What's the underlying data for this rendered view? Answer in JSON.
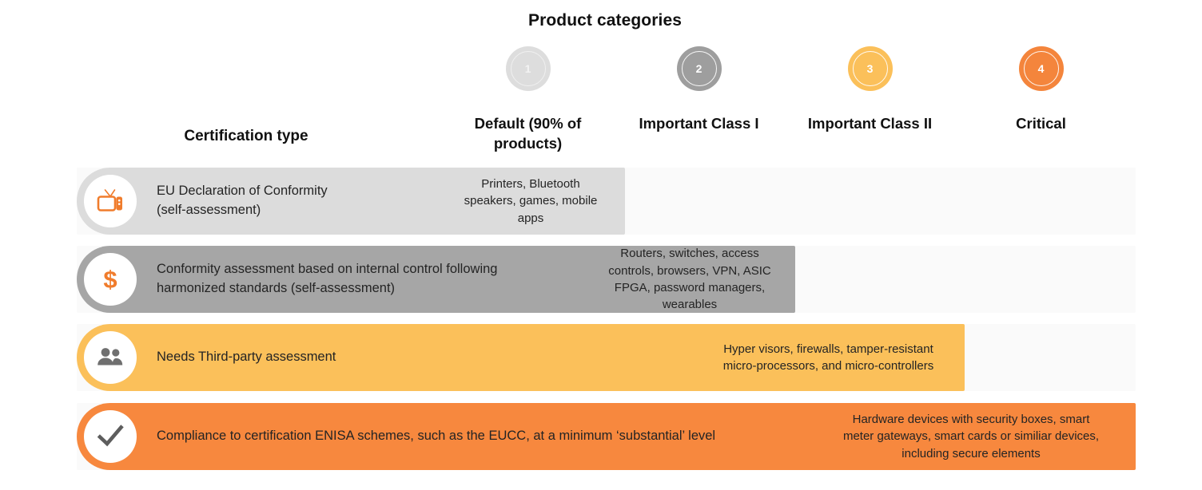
{
  "title": "Product categories",
  "row_header": "Certification type",
  "colors": {
    "cat1": "#dddddd",
    "cat2": "#9e9e9e",
    "cat3": "#fbc05a",
    "cat4": "#f4853c",
    "row1_bar": "#dcdcdc",
    "row2_bar": "#a6a6a6",
    "row3_bar": "#fbc05a",
    "row4_bar": "#f7883e",
    "track": "#fafafa",
    "icon_orange": "#f07c2c",
    "icon_gray": "#6f6f6f"
  },
  "categories": [
    {
      "number": "1",
      "label": "Default (90% of\nproducts)"
    },
    {
      "number": "2",
      "label": "Important Class I"
    },
    {
      "number": "3",
      "label": "Important Class II"
    },
    {
      "number": "4",
      "label": "Critical"
    }
  ],
  "rows": [
    {
      "icon": "tv-icon",
      "label": "EU Declaration of Conformity\n(self-assessment)",
      "value": "Printers, Bluetooth\nspeakers, games, mobile\napps"
    },
    {
      "icon": "dollar-icon",
      "label": "Conformity assessment based on internal control following\nharmonized standards (self-assessment)",
      "value": "Routers, switches, access\ncontrols, browsers, VPN, ASIC\nFPGA, password managers,\nwearables"
    },
    {
      "icon": "people-icon",
      "label": "Needs Third-party assessment",
      "value": "Hyper visors, firewalls, tamper-resistant\nmicro-processors, and micro-controllers"
    },
    {
      "icon": "check-icon",
      "label": "Compliance to certification ENISA schemes, such as the EUCC, at a minimum ‘substantial’ level",
      "value": "Hardware devices with security boxes, smart\nmeter gateways, smart cards or similiar devices,\nincluding secure elements"
    }
  ]
}
